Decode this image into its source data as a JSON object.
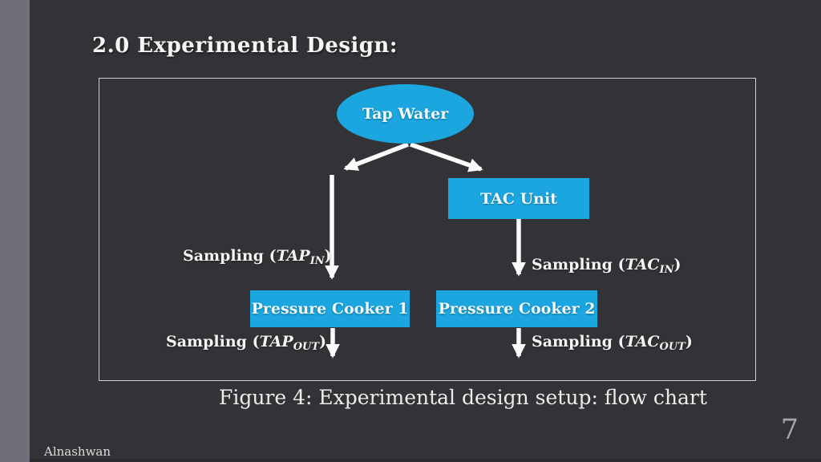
{
  "slide": {
    "title": "2.0 Experimental Design:",
    "caption": "Figure 4: Experimental design setup: flow chart",
    "author": "Alnashwan",
    "page_number": "7"
  },
  "flowchart": {
    "nodes": {
      "tap_water": "Tap Water",
      "tac_unit": "TAC Unit",
      "pressure_cooker_1": "Pressure Cooker 1",
      "pressure_cooker_2": "Pressure Cooker 2"
    },
    "labels": {
      "tap_in": {
        "prefix": "Sampling (",
        "var": "TAP",
        "sub": "IN",
        "suffix": ")"
      },
      "tac_in": {
        "prefix": "Sampling (",
        "var": "TAC",
        "sub": "IN",
        "suffix": ")"
      },
      "tap_out": {
        "prefix": "Sampling (",
        "var": "TAP",
        "sub": "OUT",
        "suffix": ")"
      },
      "tac_out": {
        "prefix": "Sampling (",
        "var": "TAC",
        "sub": "OUT",
        "suffix": ")"
      }
    },
    "colors": {
      "node_fill": "#1BA6DF",
      "arrow": "#FCFCFC",
      "frame_border": "#CFCFCF",
      "background": "#333337",
      "left_bar": "#6F6F79"
    }
  }
}
